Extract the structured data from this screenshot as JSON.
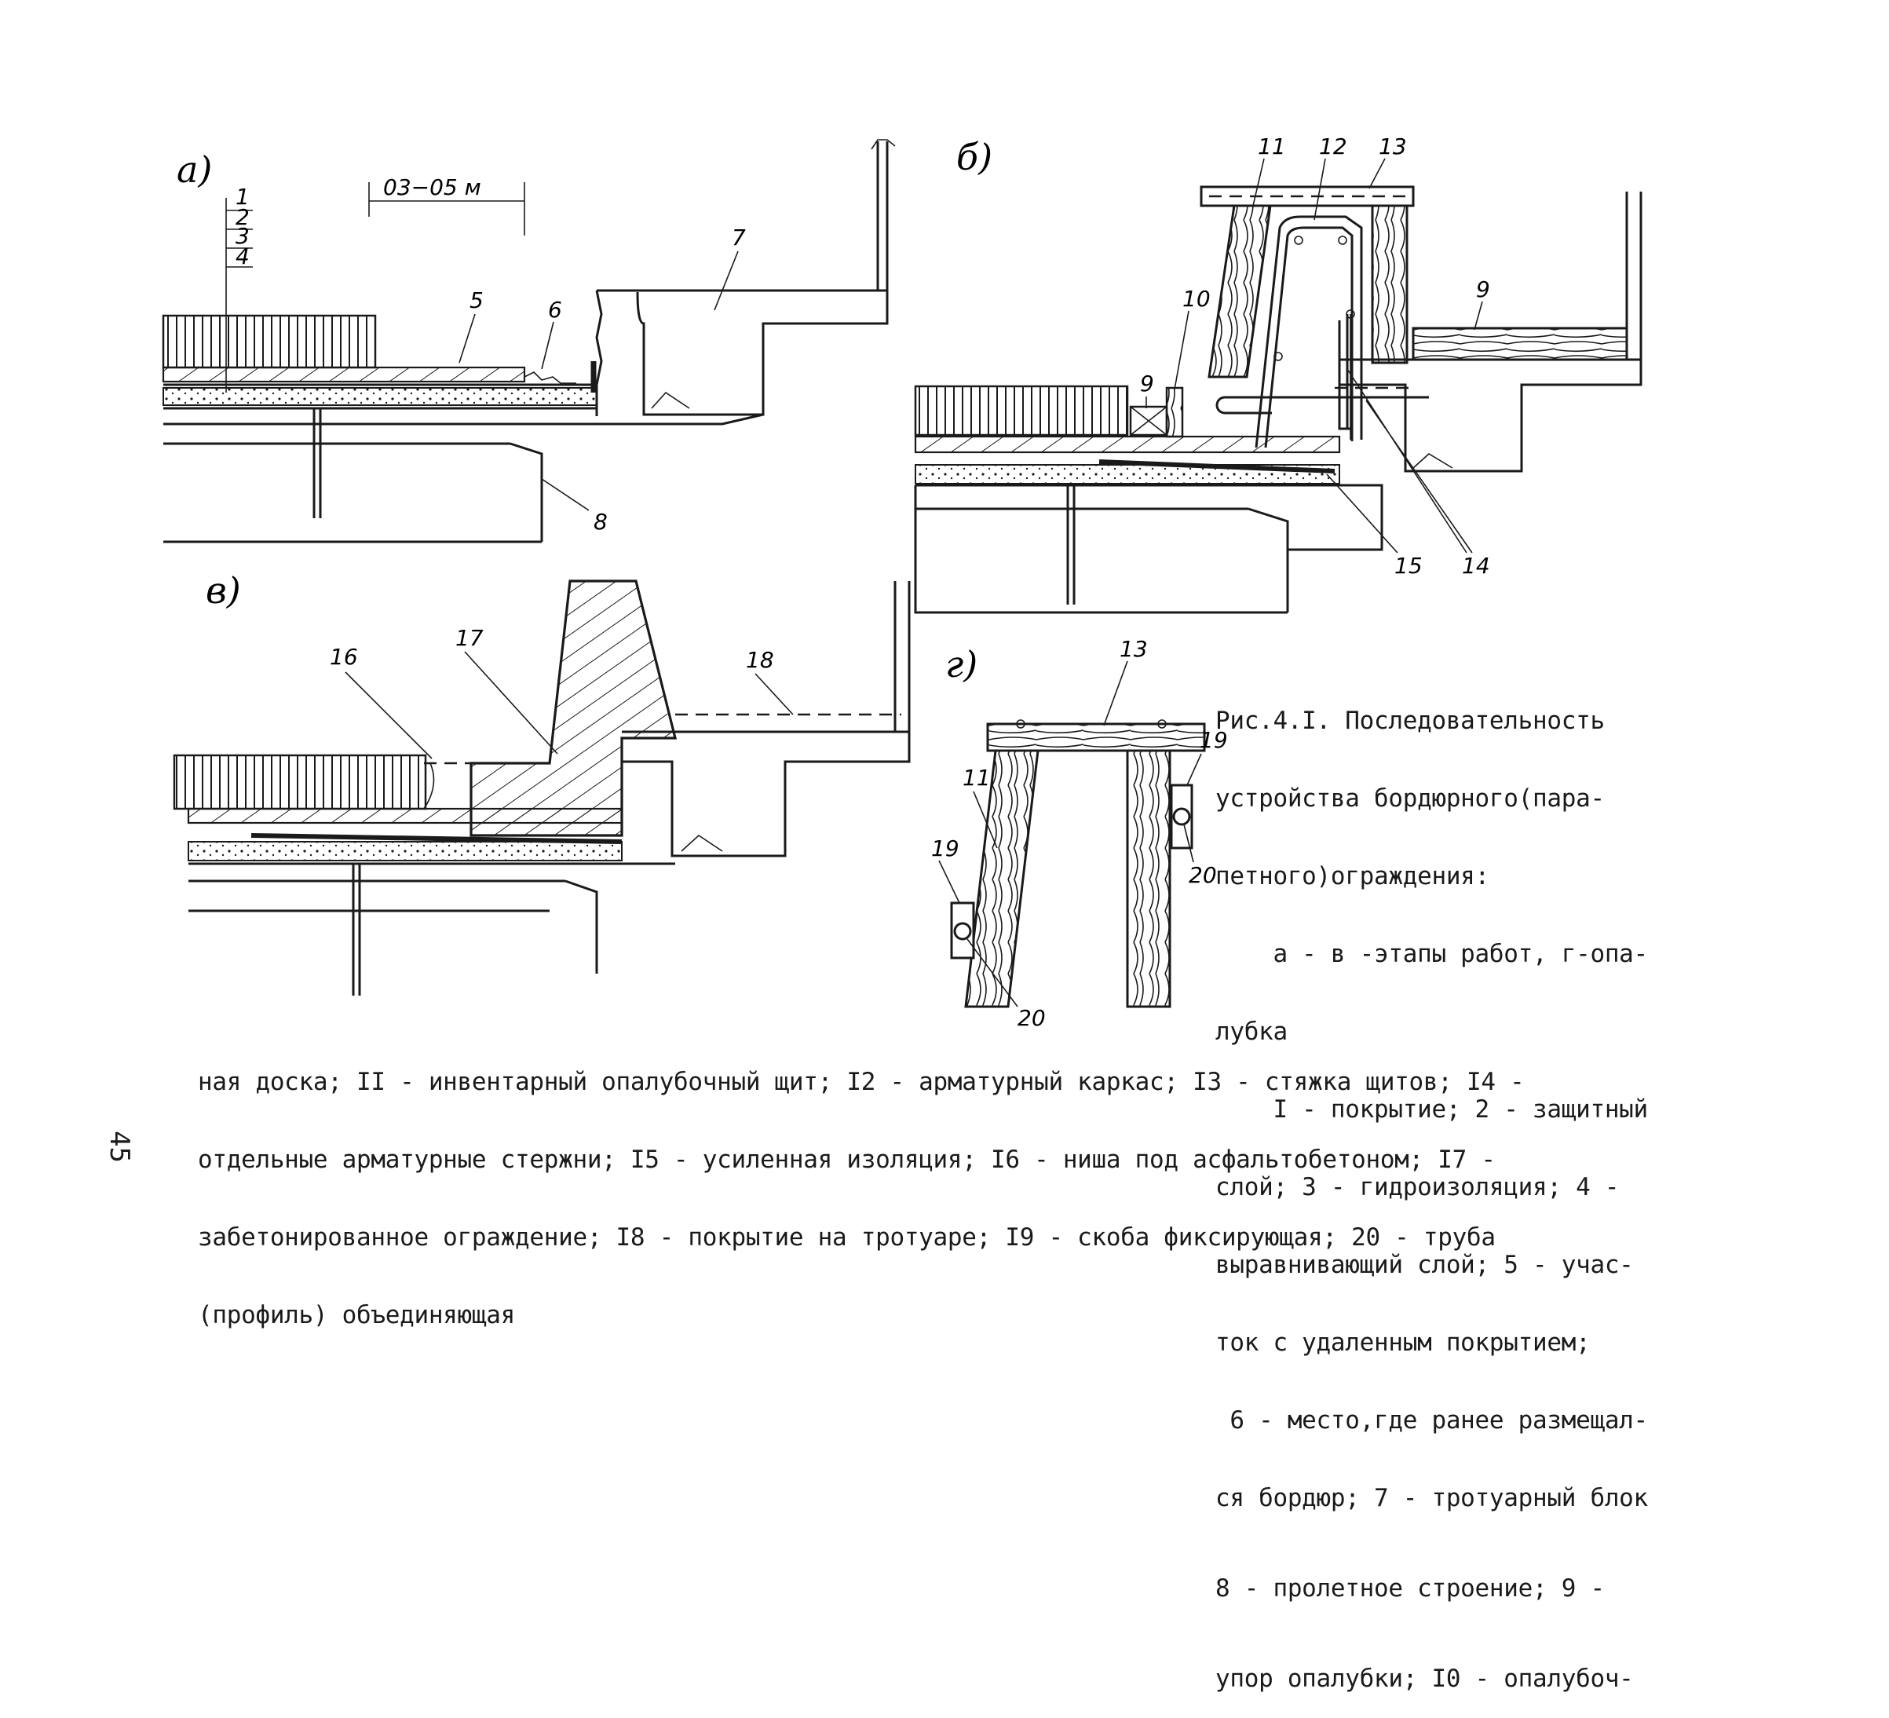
{
  "figure": {
    "panels": [
      {
        "id": "a",
        "letter": "а)",
        "callouts": [
          "1",
          "2",
          "3",
          "4",
          "5",
          "6",
          "7",
          "8"
        ],
        "dimension": "03−05 м"
      },
      {
        "id": "b",
        "letter": "б)",
        "callouts": [
          "9",
          "9",
          "10",
          "11",
          "12",
          "13",
          "14",
          "15"
        ]
      },
      {
        "id": "v",
        "letter": "в)",
        "callouts": [
          "16",
          "17",
          "18"
        ]
      },
      {
        "id": "g",
        "letter": "г)",
        "callouts": [
          "11",
          "13",
          "19",
          "19",
          "20",
          "20"
        ]
      }
    ]
  },
  "caption": {
    "right_lines": [
      "Рис.4.I. Последовательность",
      "устройства бордюрного(пара-",
      "петного)ограждения:",
      "    а - в -этапы работ, г-опа-",
      "лубка",
      "    I - покрытие; 2 - защитный",
      "слой; 3 - гидроизоляция; 4 -",
      "выравнивающий слой; 5 - учас-",
      "ток с удаленным покрытием;",
      " 6 - место,где ранее размещал-",
      "ся бордюр; 7 - тротуарный блок",
      "8 - пролетное строение; 9 -",
      "упор опалубки; I0 - опалубоч-"
    ],
    "bottom_lines": [
      "ная доска; II - инвентарный опалубочный щит; I2 - арматурный каркас; I3 - стяжка щитов; I4 -",
      "отдельные арматурные стержни; I5 - усиленная изоляция; I6 - ниша под асфальтобетоном; I7 -",
      "забетонированное ограждение; I8 - покрытие на тротуаре; I9 - скоба фиксирующая; 20 - труба",
      "(профиль) объединяющая"
    ]
  },
  "page_number": "45"
}
